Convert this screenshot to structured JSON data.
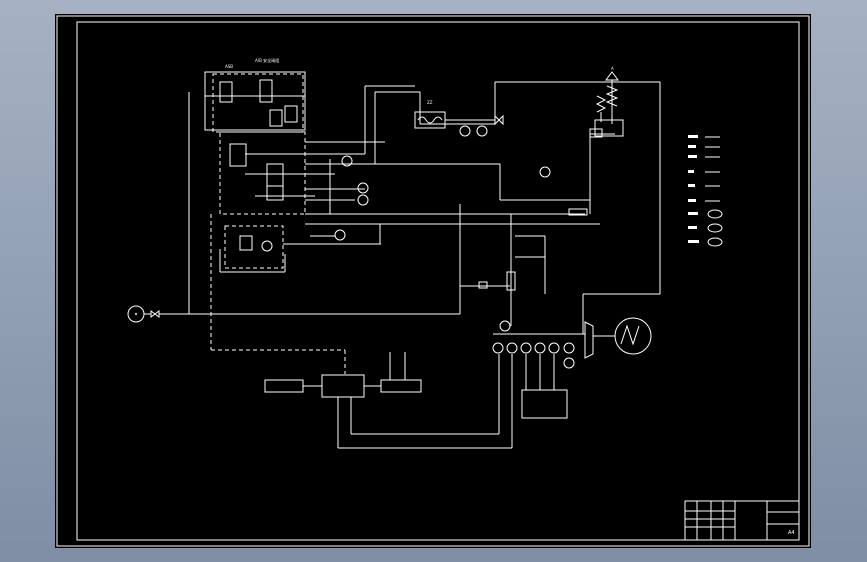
{
  "title_block": {
    "sheet_no": "A4"
  },
  "colors": {
    "background": "#000000",
    "line": "#ffffff",
    "viewport": "#8c9bb0"
  },
  "icons": [
    "pump-motor-symbol",
    "valve-symbol",
    "gauge-symbol",
    "generator-symbol",
    "controller-box"
  ]
}
